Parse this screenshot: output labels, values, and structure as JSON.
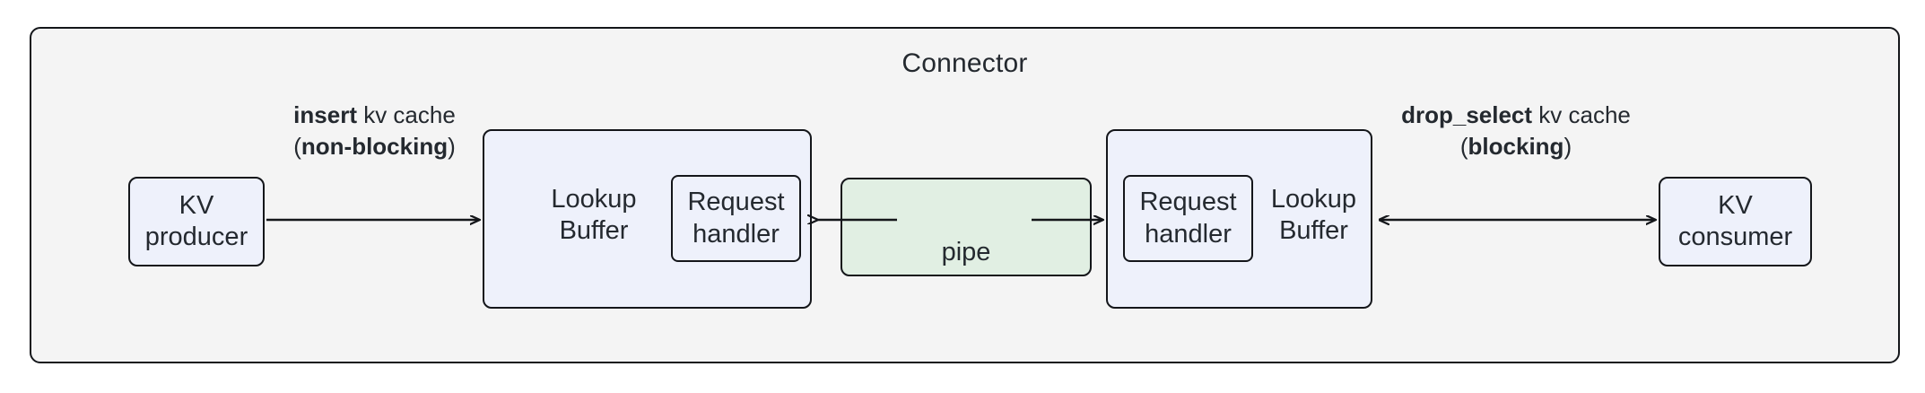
{
  "diagram": {
    "title": "Connector",
    "colors": {
      "container_bg": "#f4f4f4",
      "node_bg": "#eef1fb",
      "pipe_bg": "#e1efe3",
      "stroke": "#14161a",
      "text": "#24292f"
    }
  },
  "nodes": {
    "kv_producer": {
      "line1": "KV",
      "line2": "producer"
    },
    "kv_consumer": {
      "line1": "KV",
      "line2": "consumer"
    },
    "left_buffer": {
      "line1": "Lookup",
      "line2": "Buffer"
    },
    "left_handler": {
      "line1": "Request",
      "line2": "handler"
    },
    "right_buffer": {
      "line1": "Lookup",
      "line2": "Buffer"
    },
    "right_handler": {
      "line1": "Request",
      "line2": "handler"
    },
    "pipe": {
      "label": "pipe"
    }
  },
  "edges": {
    "insert": {
      "bold1": "insert",
      "rest1": " kv cache",
      "open": "(",
      "bold2": "non-blocking",
      "close": ")"
    },
    "drop_select": {
      "bold1": "drop_select",
      "rest1": " kv cache",
      "open": "(",
      "bold2": "blocking",
      "close": ")"
    }
  },
  "icons": {
    "arrow_right": "arrow-right-icon",
    "arrow_left": "arrow-left-icon",
    "arrow_bidirectional": "arrow-bidirectional-icon"
  }
}
